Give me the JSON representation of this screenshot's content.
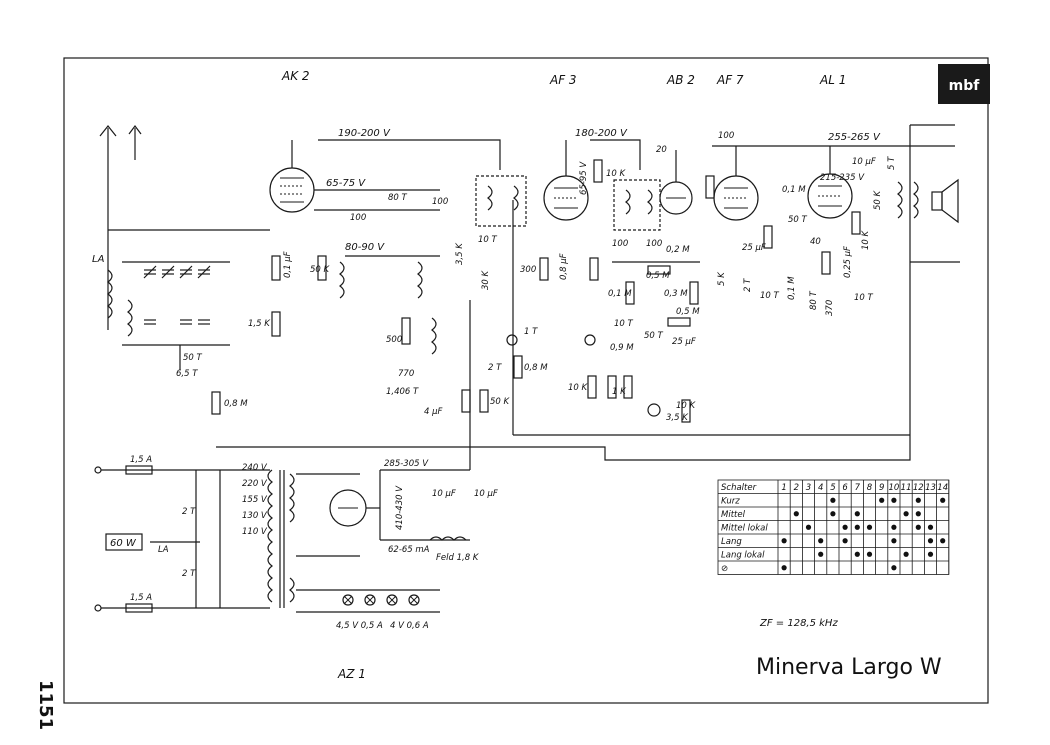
{
  "page_number": "1151",
  "title": "Minerva Largo W",
  "if_note": "ZF = 128,5 kHz",
  "logo_text": "mbf",
  "tubes": [
    "AK 2",
    "AF 3",
    "AB 2",
    "AF 7",
    "AL 1",
    "AZ 1"
  ],
  "voltages": [
    "190-200 V",
    "180-200 V",
    "255-265 V",
    "65-75 V",
    "80-90 V",
    "65-95 V",
    "215-235 V",
    "285-305 V",
    "410-430 V",
    "62-65 mA"
  ],
  "mains_taps": [
    "240 V",
    "220 V",
    "155 V",
    "130 V",
    "110 V"
  ],
  "fuses": [
    "1,5 A",
    "1,5 A"
  ],
  "power_label": "60 W",
  "lamps": [
    "4,5 V 0,5 A",
    "4 V 0,6 A"
  ],
  "field_coil": "Feld 1,8 K",
  "antenna_label": "LA",
  "component_labels": {
    "resistors": [
      "1,5 K",
      "0,8 M",
      "50 K",
      "500",
      "3,5 K",
      "30 K",
      "300",
      "10 K",
      "0,2 M",
      "0,5 M",
      "0,1 M",
      "0,3 M",
      "0,5 M",
      "1 K",
      "0,9 M",
      "0,1 M",
      "3,5 K",
      "10 K",
      "50 K",
      "0,8 M",
      "10 K",
      "5 K",
      "370",
      "10 K"
    ],
    "capacitors": [
      "100",
      "80 T",
      "100",
      "10 T",
      "50 T",
      "20",
      "100",
      "50 T",
      "100",
      "10 T",
      "50 T",
      "1 T",
      "25 µF",
      "2 T",
      "25 µF",
      "80 T",
      "10 T",
      "2 T",
      "50 T",
      "10 µF",
      "10 µF",
      "2 T",
      "2 T",
      "5 T",
      "6,5 T",
      "1,406 T",
      "770",
      "4 µF",
      "0,1 µF",
      "0,8 µF",
      "0,25 µF",
      "40"
    ]
  },
  "switch_table": {
    "header": [
      "Schalter",
      "1",
      "2",
      "3",
      "4",
      "5",
      "6",
      "7",
      "8",
      "9",
      "10",
      "11",
      "12",
      "13",
      "14"
    ],
    "rows": [
      {
        "label": "Kurz",
        "dots": [
          5,
          9,
          10,
          12,
          14
        ]
      },
      {
        "label": "Mittel",
        "dots": [
          2,
          5,
          7,
          11,
          12
        ]
      },
      {
        "label": "Mittel lokal",
        "dots": [
          3,
          6,
          7,
          8,
          10,
          12,
          13
        ]
      },
      {
        "label": "Lang",
        "dots": [
          1,
          4,
          6,
          10,
          13,
          14
        ]
      },
      {
        "label": "Lang lokal",
        "dots": [
          4,
          7,
          8,
          11,
          13
        ]
      },
      {
        "label": "⊘",
        "dots": [
          1,
          10
        ]
      }
    ]
  }
}
